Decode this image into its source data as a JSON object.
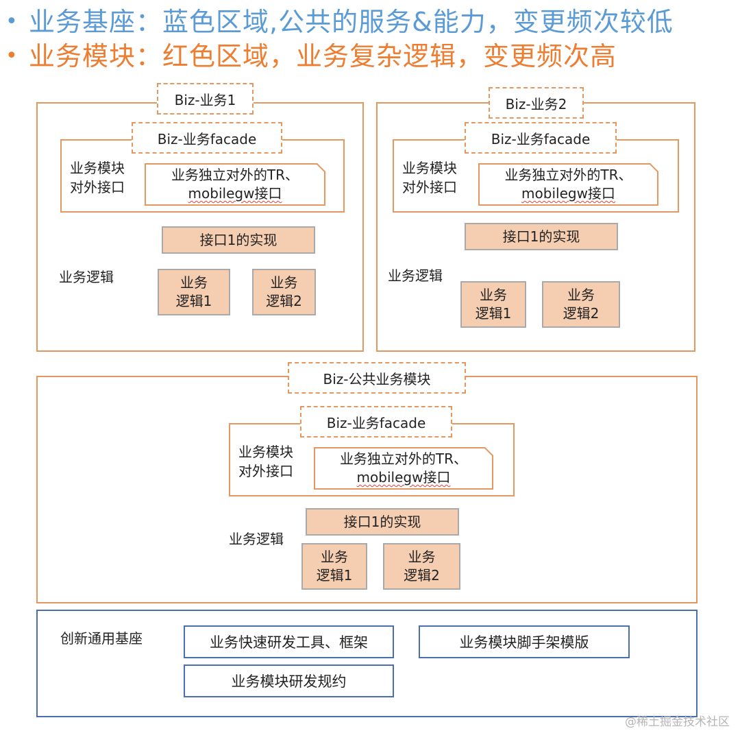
{
  "header": {
    "line1": "业务基座：蓝色区域,公共的服务&能力，变更频次较低",
    "line2": "业务模块：红色区域，业务复杂逻辑，变更频次高",
    "line1_color": "#5b9bd5",
    "line2_color": "#ed7d31"
  },
  "biz1": {
    "title": "Biz-业务1",
    "facade": "Biz-业务facade",
    "api_label_1": "业务模块",
    "api_label_2": "对外接口",
    "api_text_1": "业务独立对外的TR、",
    "api_text_2": "mobilegw接口",
    "impl": "接口1的实现",
    "logic_label": "业务逻辑",
    "logic1_a": "业务",
    "logic1_b": "逻辑1",
    "logic2_a": "业务",
    "logic2_b": "逻辑2"
  },
  "biz2": {
    "title": "Biz-业务2",
    "facade": "Biz-业务facade",
    "api_label_1": "业务模块",
    "api_label_2": "对外接口",
    "api_text_1": "业务独立对外的TR、",
    "api_text_2": "mobilegw接口",
    "impl": "接口1的实现",
    "logic_label": "业务逻辑",
    "logic1_a": "业务",
    "logic1_b": "逻辑1",
    "logic2_a": "业务",
    "logic2_b": "逻辑2"
  },
  "common": {
    "title": "Biz-公共业务模块",
    "facade": "Biz-业务facade",
    "api_label_1": "业务模块",
    "api_label_2": "对外接口",
    "api_text_1": "业务独立对外的TR、",
    "api_text_2": "mobilegw接口",
    "impl": "接口1的实现",
    "logic_label": "业务逻辑",
    "logic1_a": "业务",
    "logic1_b": "逻辑1",
    "logic2_a": "业务",
    "logic2_b": "逻辑2"
  },
  "base": {
    "label": "创新通用基座",
    "item1": "业务快速研发工具、框架",
    "item2": "业务模块脚手架模版",
    "item3": "业务模块研发规约"
  },
  "colors": {
    "orange_border": "#e4975e",
    "peach_fill": "#f5cdb0",
    "blue_border": "#4a6fb0"
  },
  "watermark": "@稀土掘金技术社区"
}
